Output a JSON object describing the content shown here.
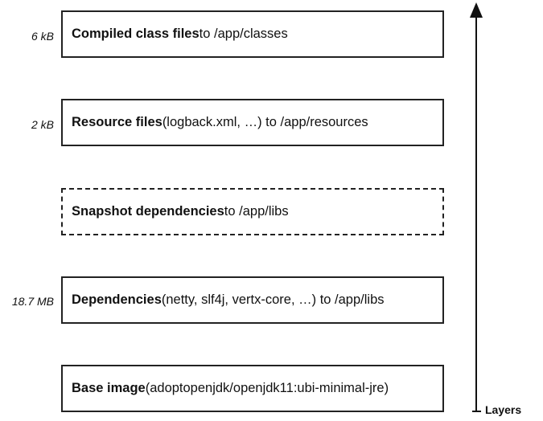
{
  "layers": [
    {
      "name": "Compiled class files",
      "detail": " to /app/classes",
      "size": "6 kB",
      "dashed": false
    },
    {
      "name": "Resource files",
      "detail": " (logback.xml, …) to /app/resources",
      "size": "2 kB",
      "dashed": false
    },
    {
      "name": "Snapshot dependencies",
      "detail": " to /app/libs",
      "size": "",
      "dashed": true
    },
    {
      "name": "Dependencies",
      "detail": " (netty, slf4j, vertx-core, …) to /app/libs",
      "size": "18.7 MB",
      "dashed": false
    },
    {
      "name": "Base image",
      "detail": " (adoptopenjdk/openjdk11:ubi-minimal-jre)",
      "size": "",
      "dashed": false
    }
  ],
  "axis": {
    "label": "Layers"
  }
}
